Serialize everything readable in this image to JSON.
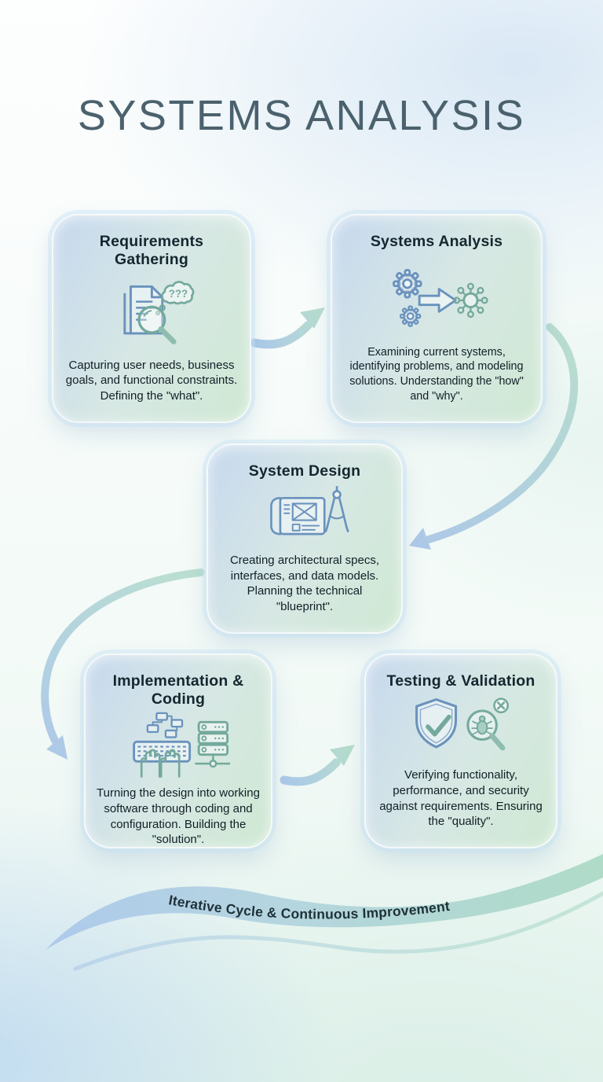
{
  "title": "SYSTEMS ANALYSIS",
  "cards": [
    {
      "title": "Requirements Gathering",
      "description": "Capturing user needs, business goals, and functional constraints. Defining the \"what\".",
      "icon": "document-magnifier-questions-icon",
      "icon_text": "???"
    },
    {
      "title": "Systems Analysis",
      "description": "Examining current systems, identifying problems, and modeling solutions. Understanding the \"how\" and \"why\".",
      "icon": "gears-to-network-icon"
    },
    {
      "title": "System Design",
      "description": "Creating architectural specs, interfaces, and data models. Planning the technical \"blueprint\".",
      "icon": "blueprint-compass-icon"
    },
    {
      "title": "Implementation & Coding",
      "description": "Turning the design into working software through coding and configuration. Building the \"solution\".",
      "icon": "keyboard-server-icon"
    },
    {
      "title": "Testing & Validation",
      "description": "Verifying functionality, performance, and security against requirements. Ensuring the \"quality\".",
      "icon": "shield-check-bug-magnifier-icon"
    }
  ],
  "ribbon": {
    "label": "Iterative Cycle & Continuous Improvement"
  },
  "colors": {
    "title_text": "#4b626e",
    "card_text": "#15262e",
    "card_gradient_blue": "#c7d9ee",
    "card_gradient_green": "#cfe8d3",
    "icon_stroke_blue": "#6a92bd",
    "icon_stroke_teal": "#74a99c",
    "arrow_blue": "#9dbfe6",
    "arrow_green": "#a8d8c2",
    "ribbon_blue": "#a6c4ea",
    "ribbon_green": "#a5d6c2"
  }
}
